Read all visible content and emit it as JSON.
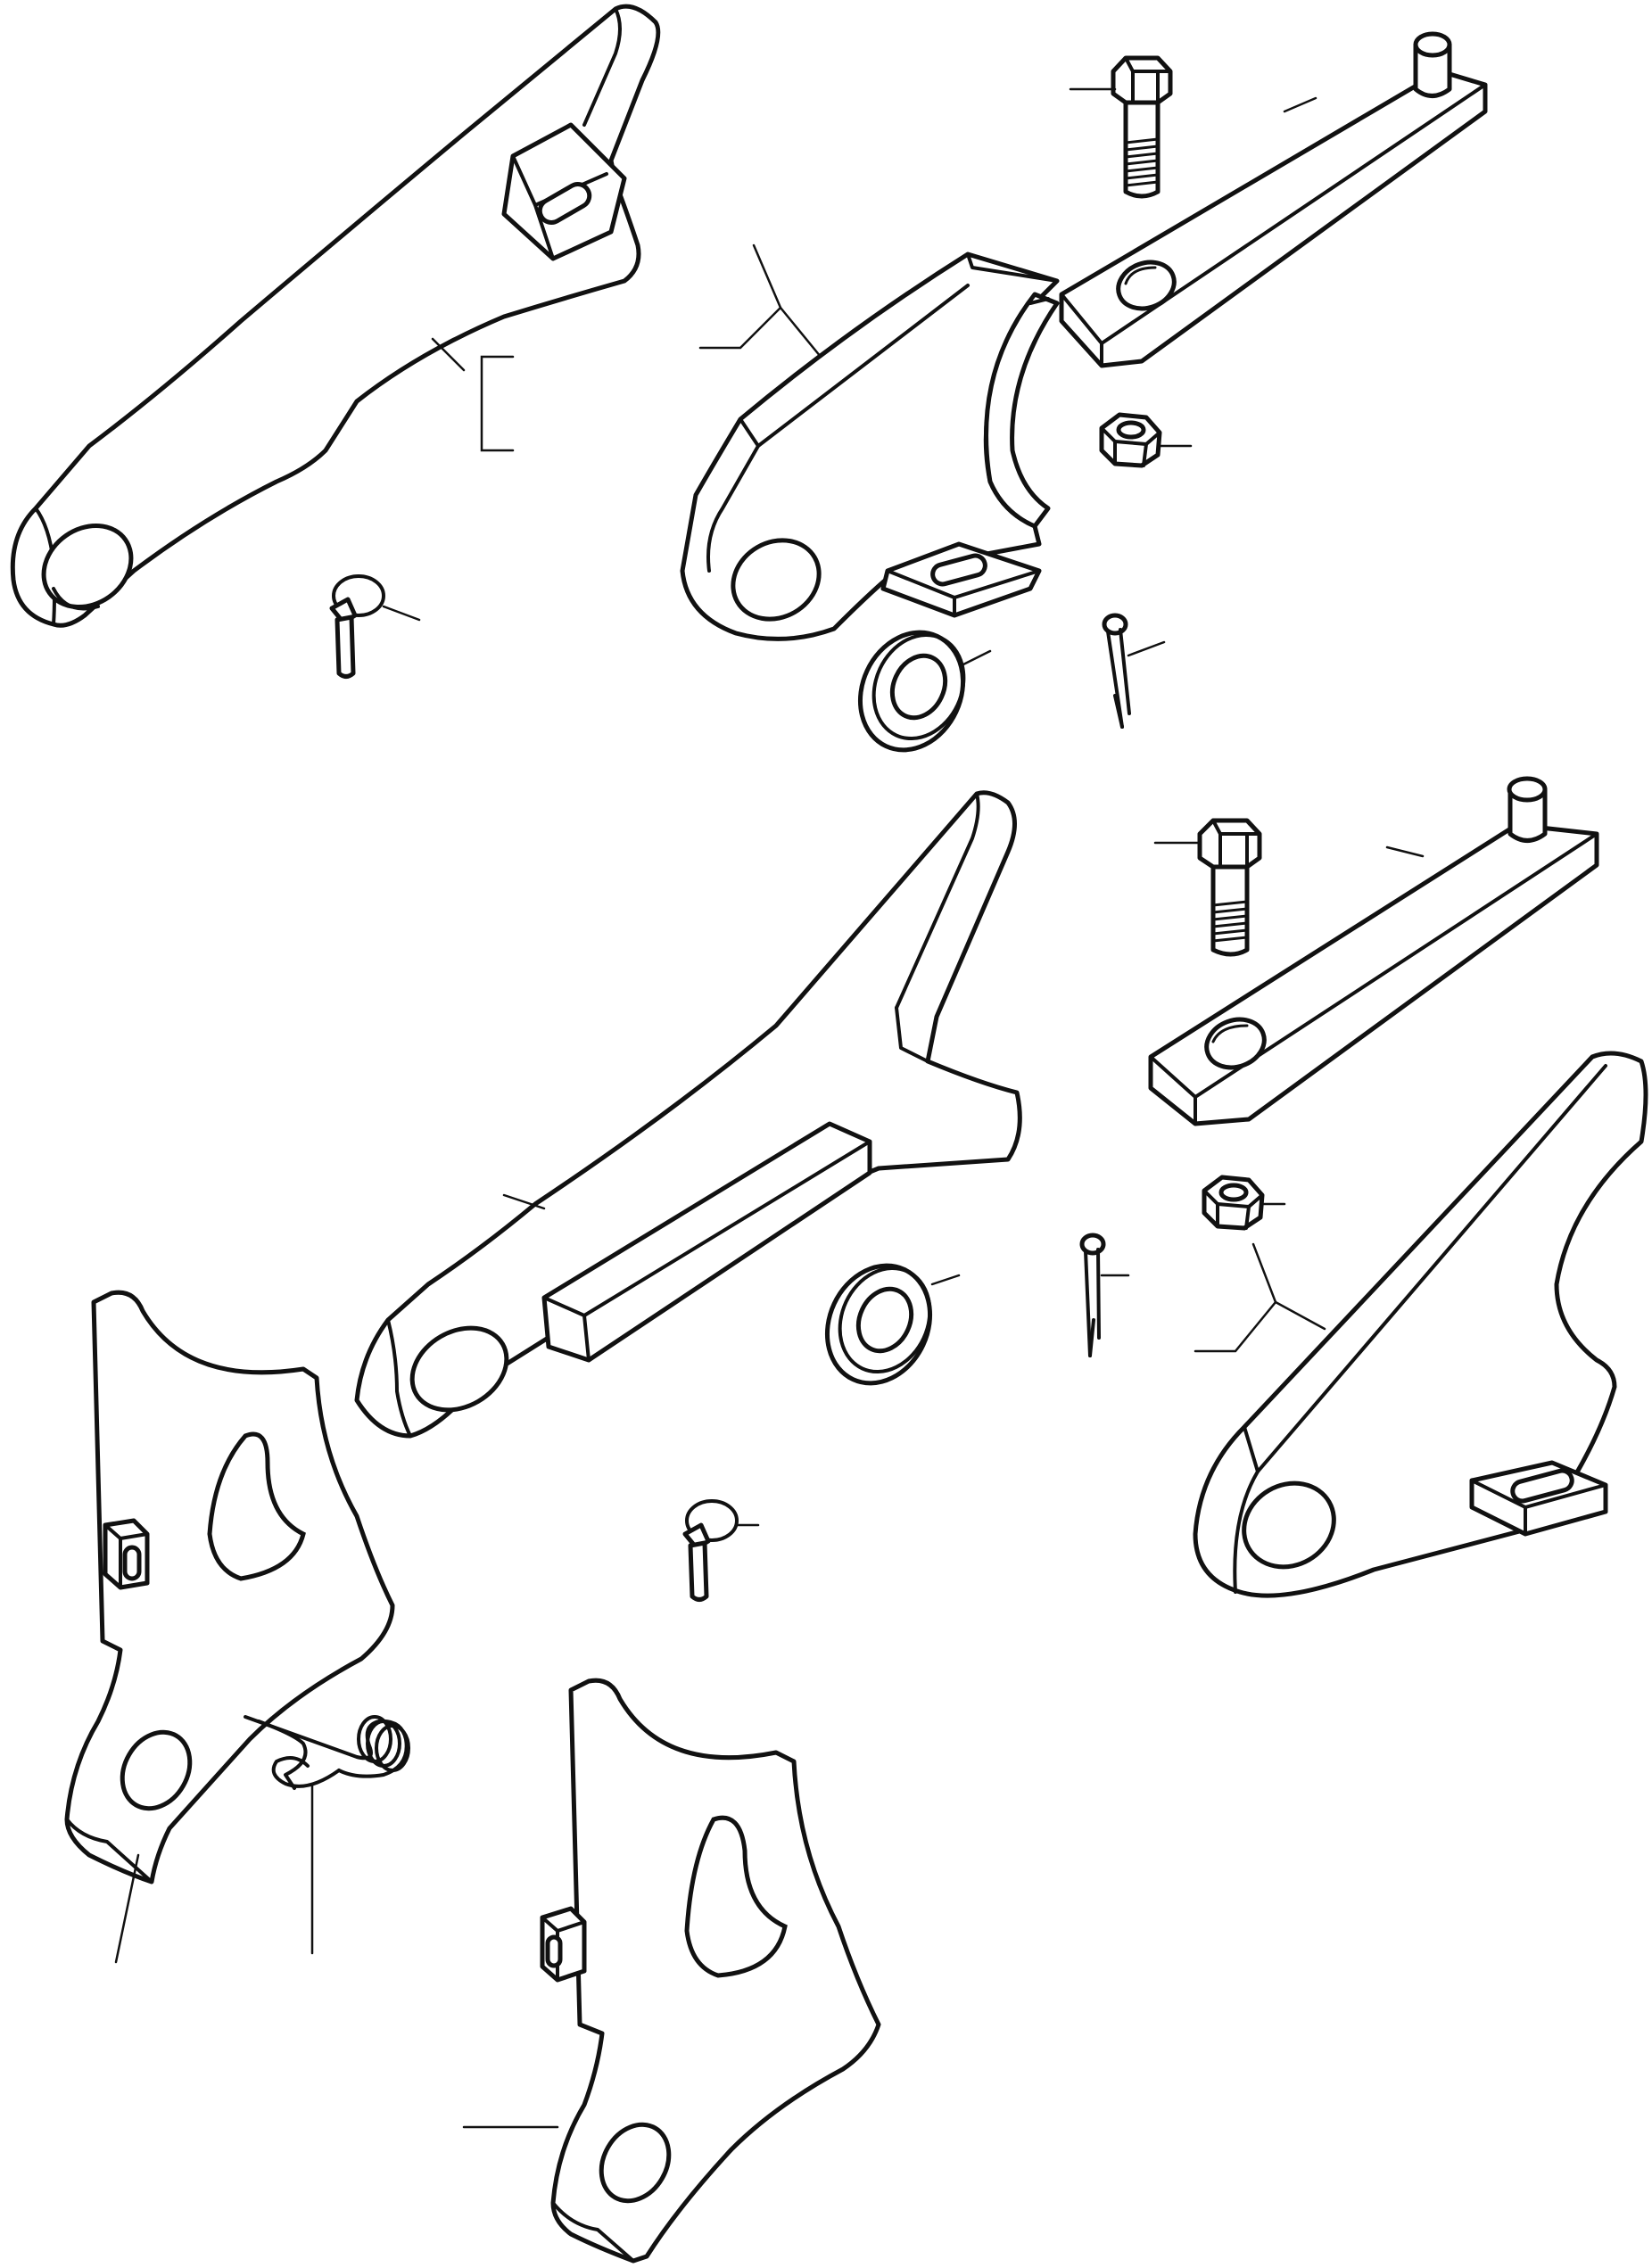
{
  "diagram": {
    "colors": {
      "line": "#111111",
      "background": "#ffffff"
    },
    "parts": [
      "upper-left-arm",
      "upper-bracket-housing",
      "upper-link-plate",
      "upper-bolt",
      "upper-nut",
      "upper-washer",
      "upper-cotter-pin",
      "upper-lynch-pin",
      "middle-arm",
      "lower-link-plate",
      "lower-bolt",
      "lower-nut",
      "lower-washer",
      "lower-cotter-pin",
      "lower-lynch-pin",
      "right-bracket",
      "left-side-plate",
      "hair-pin-clip",
      "lower-side-plate"
    ]
  }
}
